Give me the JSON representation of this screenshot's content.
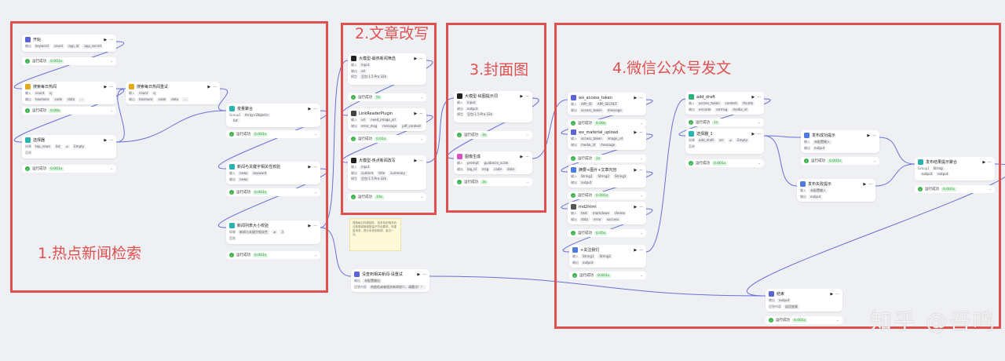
{
  "groups": [
    "1.热点新闻检索",
    "2.文章改写",
    "3.封面图",
    "4.微信公众号发文"
  ],
  "status_text": "运行成功",
  "nodes": [
    {
      "title": "开始",
      "color": "#5b63d9",
      "rows": [
        [
          "输出",
          "keyword",
          "count",
          "app_id",
          "app_secret"
        ]
      ],
      "time": "0.001s"
    },
    {
      "title": "搜索每日热闻",
      "color": "#e6a817",
      "rows": [
        [
          "输入",
          "count",
          "q"
        ],
        [
          "输出",
          "hasmore",
          "code",
          "data",
          "..."
        ]
      ],
      "time": "0.08s"
    },
    {
      "title": "搜索每日热闻重试",
      "color": "#e6a817",
      "rows": [
        [
          "输入",
          "count",
          "q"
        ],
        [
          "输出",
          "hasmore",
          "code",
          "data",
          "..."
        ]
      ],
      "time": null
    },
    {
      "title": "选择器",
      "color": "#2bb3b3",
      "rows": [
        [
          "如果",
          "top_news",
          "list",
          "≠",
          "Empty"
        ],
        [
          "否则"
        ]
      ],
      "time": "0.001s"
    },
    {
      "title": "变量聚合",
      "color": "#2bb3b3",
      "rows": [
        [
          "Group1",
          "Array<Object>"
        ],
        [
          "",
          "list"
        ]
      ],
      "time": "0.001s"
    },
    {
      "title": "新闻与关键字相关性校验",
      "color": "#2bb3b3",
      "rows": [
        [
          "输入",
          "news",
          "keyword"
        ],
        [
          "输出",
          "news"
        ]
      ],
      "time": "0.001s"
    },
    {
      "title": "新闻列表大小校验",
      "color": "#2bb3b3",
      "rows": [
        [
          "如果",
          "新闻与关键字相关性",
          "≥",
          "3"
        ],
        [
          "否则"
        ]
      ],
      "time": "0.001s"
    },
    {
      "title": "大模型-最热新闻筛选",
      "color": "#222",
      "rows": [
        [
          "输入",
          "input"
        ],
        [
          "输出",
          "url"
        ],
        [
          "模型",
          "豆包·1.5·Pro·32k"
        ]
      ],
      "time": "5s"
    },
    {
      "title": "LinkReaderPlugin",
      "color": "#444",
      "rows": [
        [
          "输入",
          "url",
          "need_image_url"
        ],
        [
          "输出",
          "error_msg",
          "message",
          "pdf_content"
        ]
      ],
      "time": "0.01s"
    },
    {
      "title": "大模型-热点新闻改写",
      "color": "#222",
      "rows": [
        [
          "输入",
          "input"
        ],
        [
          "输出",
          "content",
          "title",
          "summary"
        ],
        [
          "模型",
          "豆包·1.5·Pro·32k"
        ]
      ],
      "time": "19s"
    },
    {
      "title": "大模型-绘图提示词",
      "color": "#222",
      "rows": [
        [
          "输入",
          "input"
        ],
        [
          "输出",
          "output"
        ],
        [
          "模型",
          "豆包·1.5·Pro·32k"
        ]
      ],
      "time": "3s"
    },
    {
      "title": "图像生成",
      "color": "#d94fc0",
      "rows": [
        [
          "输入",
          "prompt",
          "guidance_scale"
        ],
        [
          "输出",
          "log_id",
          "msg",
          "code",
          "data"
        ]
      ],
      "time": "3s"
    },
    {
      "title": "wx_access_token",
      "color": "#5b63d9",
      "rows": [
        [
          "输入",
          "APP_ID",
          "APP_SECRET"
        ],
        [
          "输出",
          "access_token",
          "message"
        ]
      ],
      "time": "0.08s"
    },
    {
      "title": "wx_material_upload",
      "color": "#5b63d9",
      "rows": [
        [
          "输入",
          "access_token",
          "image_url"
        ],
        [
          "输出",
          "media_id",
          "message"
        ]
      ],
      "time": "1s"
    },
    {
      "title": "摘要+图片+文章内容",
      "color": "#4f7be0",
      "rows": [
        [
          "输入",
          "String1",
          "String2",
          "String3"
        ],
        [
          "输出",
          "output"
        ]
      ],
      "time": "0.001s"
    },
    {
      "title": "md2html",
      "color": "#555",
      "rows": [
        [
          "输入",
          "text",
          "markdown",
          "theme"
        ],
        [
          "输出",
          "data",
          "error",
          "success"
        ]
      ],
      "time": "0.05s"
    },
    {
      "title": "+关注我们",
      "color": "#4f7be0",
      "rows": [
        [
          "输入",
          "String1",
          "String2"
        ],
        [
          "输出",
          "output"
        ]
      ],
      "time": "0.001s"
    },
    {
      "title": "add_draft",
      "color": "#2bb37a",
      "rows": [
        [
          "输入",
          "access_token",
          "content",
          "thumb"
        ],
        [
          "输出",
          "errcode",
          "errmsg",
          "media_id"
        ]
      ],
      "time": "1s"
    },
    {
      "title": "选择器_1",
      "color": "#2bb3b3",
      "rows": [
        [
          "如果",
          "add_draft",
          "err",
          "≠",
          "Empty"
        ],
        [
          "否则"
        ]
      ],
      "time": "0.001s"
    },
    {
      "title": "发布成功提示",
      "color": "#4f7be0",
      "rows": [
        [
          "输入",
          "未配置输入"
        ],
        [
          "输出",
          "output"
        ]
      ],
      "time": "0.001s"
    },
    {
      "title": "发布失败提示",
      "color": "#4f7be0",
      "rows": [
        [
          "输入",
          "未配置输入"
        ],
        [
          "输出",
          "output"
        ]
      ],
      "time": null
    },
    {
      "title": "发布结果提示聚合",
      "color": "#2bb3b3",
      "rows": [
        [
          "Group1",
          "String"
        ],
        [
          "",
          "output",
          "output"
        ]
      ],
      "time": "0.001s"
    },
    {
      "title": "结束",
      "color": "#5b63d9",
      "rows": [
        [
          "输出",
          "output"
        ],
        [
          "回答内容",
          "返回变量"
        ]
      ],
      "time": "0.001s"
    },
    {
      "title": "没查到相关新闻-请重试",
      "color": "#5b63d9",
      "rows": [
        [
          "输出",
          "未配置输出"
        ],
        [
          "回答内容",
          "热度低或者相关新闻较少，请重试！！"
        ]
      ],
      "time": null
    }
  ],
  "sticky": "搜索每日热闻插件，如未找到相关热点新闻或新闻数量不符合要求，则重复请求，提示未找到新闻，重试一次。",
  "watermark": "知乎 @吾鸣"
}
